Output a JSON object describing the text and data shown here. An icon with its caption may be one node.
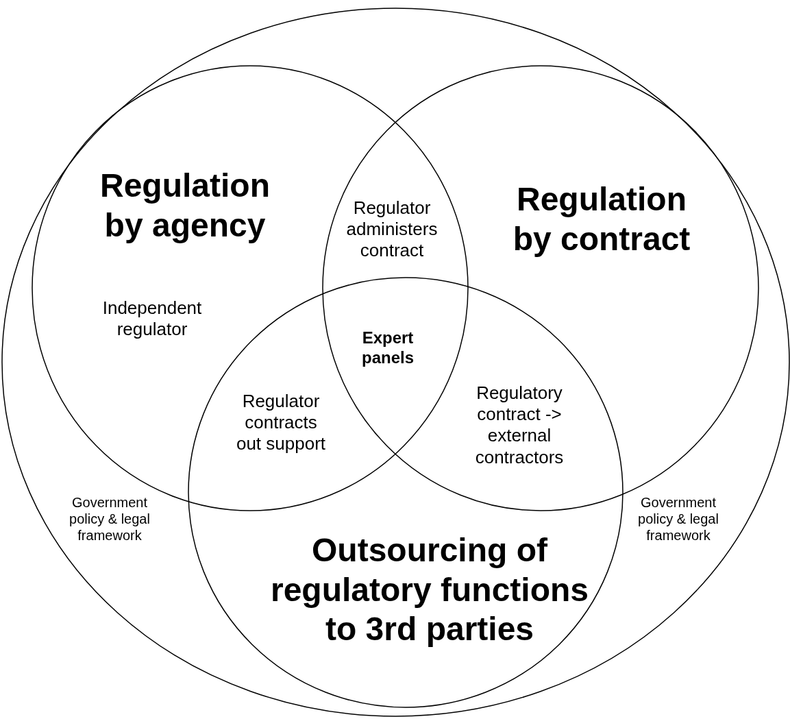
{
  "diagram": {
    "nodes": [
      {
        "text": [
          "Government policy & legal framework",
          "Government policy & legal framework"
        ]
      },
      {
        "text": [
          "Regulation by agency",
          "Independent regulator"
        ],
        "in": 0
      },
      {
        "text": [
          "Regulation by contract"
        ],
        "in": 0
      },
      {
        "text": [
          "Outsourcing of regulatory functions to 3rd parties"
        ],
        "in": 0
      }
    ],
    "labels": [
      "Regulator administers contract",
      "Expert panels",
      "Regulator contracts out support",
      "Regulatory contract -> external contractors"
    ]
  }
}
